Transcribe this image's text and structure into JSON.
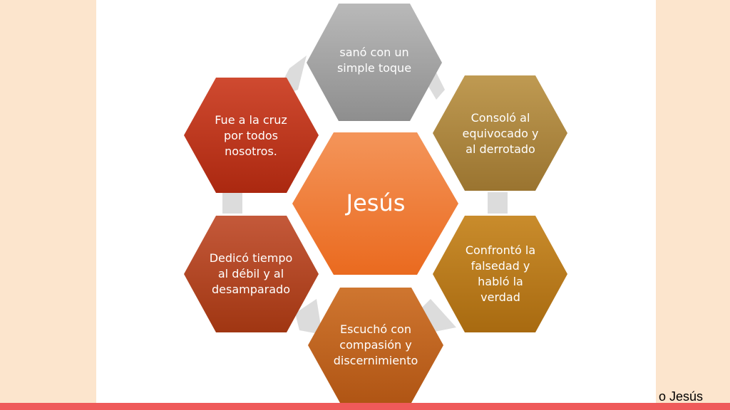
{
  "center": {
    "label": "Jesús"
  },
  "items": [
    {
      "label": "sanó con un\nsimple toque",
      "color": "#a6a6a6"
    },
    {
      "label": "Consoló al\nequivocado y\nal derrotado",
      "color": "#b08a3f"
    },
    {
      "label": "Confrontó la\nfalsedad y\nhabló la\nverdad",
      "color": "#bf7d1a"
    },
    {
      "label": "Escuchó con\ncompasión y\ndiscernimiento",
      "color": "#c4651c"
    },
    {
      "label": "Dedicó tiempo\nal débil y al\ndesamparado",
      "color": "#b4441c"
    },
    {
      "label": "Fue a la cruz\npor todos\nnosotros.",
      "color": "#c2341a"
    }
  ],
  "center_color": "#f07b35",
  "connector_color": "#dcdcdc",
  "footer": {
    "text": "o Jesús"
  }
}
